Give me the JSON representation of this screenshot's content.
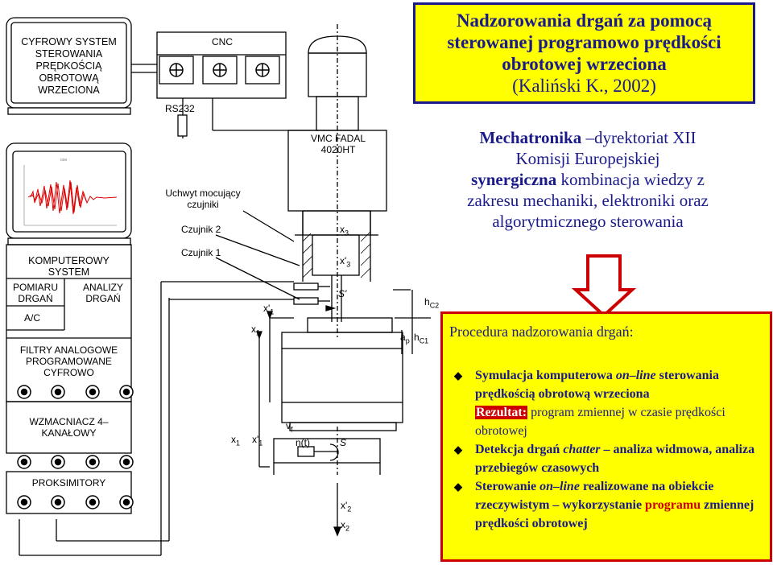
{
  "title_box": {
    "line1": "Nadzorowania drgań za pomocą",
    "line2": "sterowanej programowo prędkości",
    "line3": "obrotowej wrzeciona",
    "source": "(Kaliński K., 2002)"
  },
  "mechatronics": {
    "word": "Mechatronika",
    "rest1": " –dyrektoriat XII",
    "line2": "Komisji Europejskiej",
    "word2": "synergiczna",
    "rest3": " kombinacja wiedzy z",
    "line4": "zakresu mechaniki, elektroniki oraz",
    "line5": "algorytmicznego sterowania"
  },
  "procedure": {
    "title": "Procedura nadzorowania drgań:",
    "item1_a": "Symulacja komputerowa ",
    "item1_b": "on–line",
    "item1_c": " sterowania prędkością obrotową wrzeciona",
    "item1_result_label": "Rezultat:",
    "item1_result_text": " program zmiennej w czasie prędkości obrotowej",
    "item2_a": "Detekcja drgań ",
    "item2_b": "chatter",
    "item2_c": " – analiza widmowa, analiza przebiegów czasowych",
    "item3_a": "Sterowanie ",
    "item3_b": "on–line",
    "item3_c": " realizowane na obiekcie rzeczywistym – wykorzystanie",
    "item3_d": "programu",
    "item3_e": " zmiennej prędkości obrotowej"
  },
  "diagram": {
    "monitor_text": "CYFROWY SYSTEM STEROWANIA PRĘDKOŚCIĄ OBROTOWĄ WRZECIONA",
    "computer_system": "KOMPUTEROWY SYSTEM",
    "measurement": "POMIARU DRGAŃ",
    "analysis": "ANALIZY DRGAŃ",
    "ac": "A/C",
    "filters": "FILTRY ANALOGOWE PROGRAMOWANE CYFROWO",
    "amplifier": "WZMACNIACZ 4–KANAŁOWY",
    "proximity": "PROKSIMITORY",
    "cnc": "CNC",
    "rs232": "RS232",
    "holder": "Uchwyt mocujący czujniki",
    "sensor2": "Czujnik 2",
    "sensor1": "Czujnik 1",
    "machine": "VMC FADAL 4020HT",
    "x3": "x",
    "x3sub": "3",
    "x3p": "x'",
    "x3psub": "3",
    "s_prime": "S'",
    "s": "S",
    "x1p_top": "x'",
    "x1p_top_sub": "1",
    "x1_top": "x",
    "x1_top_sub": "1",
    "x1_bot": "x",
    "x1_bot_sub": "1",
    "x1p_bot": "x'",
    "x1p_bot_sub": "1",
    "vf": "v",
    "vf_sub": "f",
    "nt": "n(t)",
    "x2p": "x'",
    "x2p_sub": "2",
    "x2": "x",
    "x2_sub": "2",
    "hc2": "h",
    "hc2_sub": "C2",
    "hc1": "h",
    "hc1_sub": "C1",
    "ap": "a",
    "ap_sub": "p"
  },
  "colors": {
    "title_bg": "#ffff00",
    "title_text": "#1a1a8c",
    "accent_red": "#cc0000",
    "arrow_fill": "#ffffff"
  }
}
